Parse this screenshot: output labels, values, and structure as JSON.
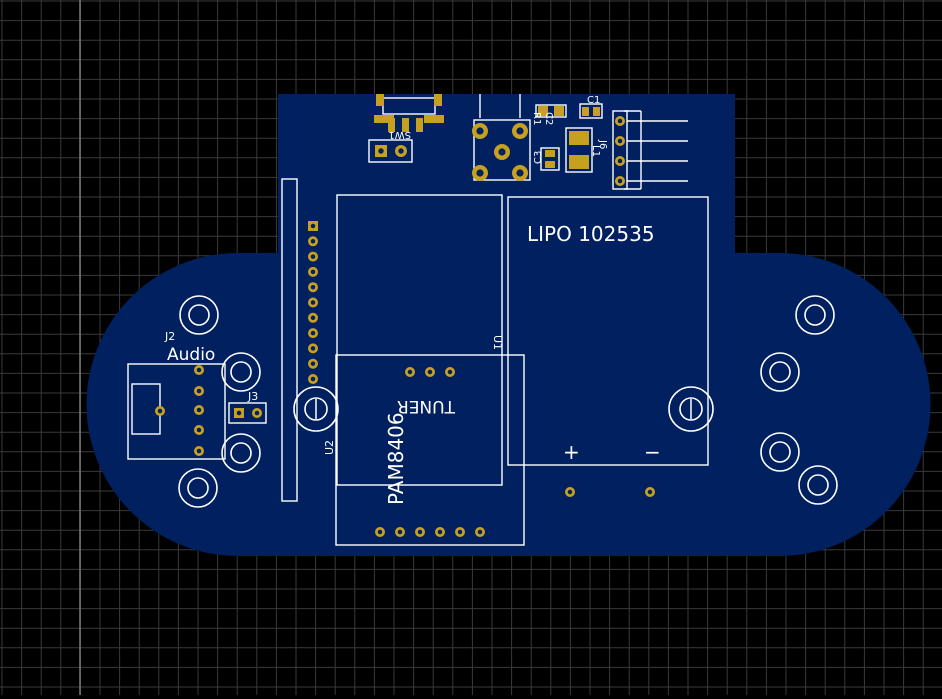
{
  "colors": {
    "background": "#000000",
    "grid_minor": "#3a3a3a",
    "grid_major": "#7a7a7a",
    "board": "#012060",
    "silkscreen": "#ffffff",
    "pad": "#c8a020",
    "drill": "#012060"
  },
  "labels": {
    "lipo": "LIPO 102535",
    "audio": "Audio",
    "j2": "J2",
    "j3": "J3",
    "u2": "U2",
    "pam": "PAM8406",
    "tuner": "TUNER",
    "u1": "U1",
    "c1": "C1",
    "c2": "C2",
    "c3": "C3",
    "r1": "R1",
    "l1": "L1",
    "j6": "J6",
    "sw1": "SW1",
    "plus": "+",
    "minus": "−"
  }
}
